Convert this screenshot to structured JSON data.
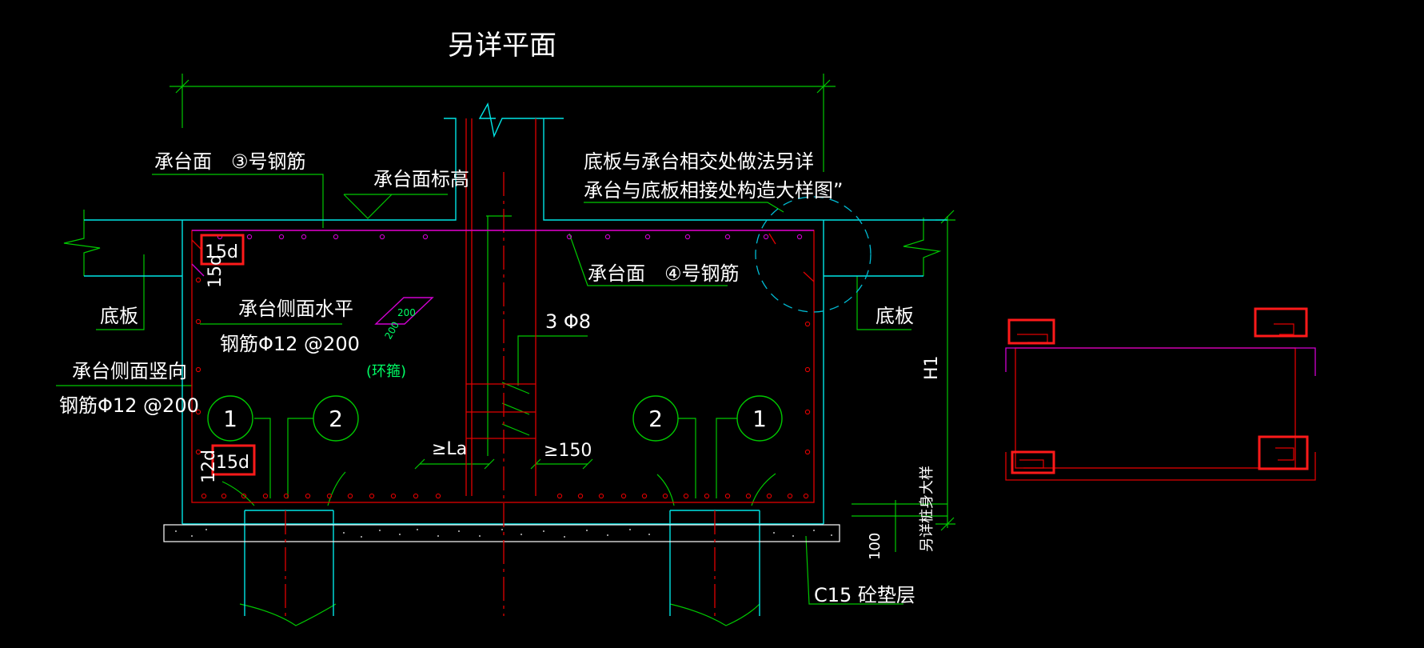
{
  "colors": {
    "background": "#000000",
    "cyan": "#00e5e5",
    "green": "#00c800",
    "white": "#ffffff",
    "red": "#e00000",
    "magenta": "#d000d0",
    "highlight": "#ff1a1a",
    "dash_cyan": "#00bcd4"
  },
  "labels": {
    "top_note": "另详平面",
    "cap_top_rebar3": "承台面　③号钢筋",
    "cap_top_elev": "承台面标高",
    "joint_note_1": "底板与承台相交处做法另详",
    "joint_note_2": "承台与底板相接处构造大样图”",
    "cap_top_rebar4": "承台面　④号钢筋",
    "slab_left": "底板",
    "slab_right": "底板",
    "side_horiz_1": "承台侧面水平",
    "side_horiz_2": "钢筋Φ12 @200",
    "side_vert_1": "承台侧面竖向",
    "side_vert_2": "钢筋Φ12 @200",
    "stirrup_dim_a": "200",
    "stirrup_dim_b": "200",
    "stirrup_note": "(环箍)",
    "column_rebar": "3 Φ8",
    "anchor_la": "≥La",
    "anchor_150": "≥150",
    "mark_15d_top": "15d",
    "mark_15d_side": "15d",
    "mark_15d_bottom": "15d",
    "mark_12d": "12d",
    "height_h1": "H1",
    "pile_note": "另详桩身大样",
    "cushion_thk": "100",
    "cushion_note": "C15 砼垫层",
    "bar_1": "1",
    "bar_2": "2"
  },
  "icons": {
    "break_line": "zigzag-break-symbol",
    "detail_circle": "dashed-detail-circle",
    "bar_marker": "circled-bar-number"
  }
}
